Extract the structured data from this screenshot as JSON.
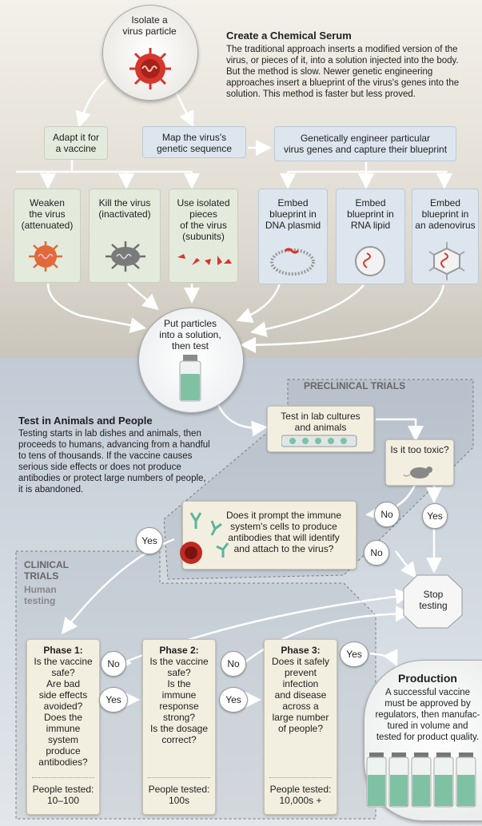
{
  "top": {
    "isolate_label": "Isolate a\nvirus particle",
    "serum_title": "Create a Chemical Serum",
    "serum_text": "The traditional approach inserts a modified version of the virus, or pieces of it, into a solution injected into the body. But the method is slow. Newer genetic engineering approaches insert a blueprint of the virus's genes into the solution. This method is faster but less proved.",
    "adapt": "Adapt it for\na vaccine",
    "map": "Map the virus's\ngenetic sequence",
    "engineer": "Genetically engineer particular\nvirus genes and capture their blueprint",
    "weaken": "Weaken\nthe virus\n(attenuated)",
    "kill": "Kill the virus\n(inactivated)",
    "isolated": "Use isolated\npieces\nof the virus\n(subunits)",
    "dna": "Embed\nblueprint in\nDNA plasmid",
    "rna": "Embed\nblueprint in\nRNA lipid",
    "adeno": "Embed\nblueprint in\nan adenovirus",
    "put": "Put particles\ninto a solution,\nthen test"
  },
  "bottom": {
    "preclinical": "PRECLINICAL TRIALS",
    "test_title": "Test in Animals and People",
    "test_text": "Testing starts in lab dishes and animals, then proceeds to humans, advancing from a handful to tens of thousands. If the vaccine causes serious side effects or does not produce antibodies or protect large numbers of people, it is abandoned.",
    "lab": "Test in lab cultures\nand animals",
    "toxic": "Is it too toxic?",
    "immune": "Does it prompt the immune\nsystem's cells to produce\nantibodies that will identify\nand attach to the virus?",
    "stop": "Stop\ntesting",
    "clinical": "CLINICAL\nTRIALS",
    "human": "Human\ntesting",
    "yes": "Yes",
    "no": "No",
    "phase1_title": "Phase 1:",
    "phase1_text": "Is the vaccine\nsafe?\nAre bad\nside effects\navoided?\nDoes the\nimmune\nsystem\nproduce\nantibodies?",
    "phase1_people": "People tested:\n10–100",
    "phase2_title": "Phase 2:",
    "phase2_text": "Is the vaccine\nsafe?\nIs the\nimmune\nresponse\nstrong?\nIs the dosage\ncorrect?",
    "phase2_people": "People tested:\n100s",
    "phase3_title": "Phase 3:",
    "phase3_text": "Does it safely\nprevent\ninfection\nand disease\nacross a\nlarge number\nof people?",
    "phase3_people": "People tested:\n10,000s +",
    "production_title": "Production",
    "production_text": "A successful vaccine\nmust be approved by\nregulators, then manufac-\ntured in volume and\ntested for product quality."
  },
  "colors": {
    "virus_red": "#d6362c",
    "pale_green": "#e4ebdd",
    "pale_blue": "#dde6ee",
    "ivory": "#f3efe0",
    "liquid": "#7fc2a3"
  }
}
